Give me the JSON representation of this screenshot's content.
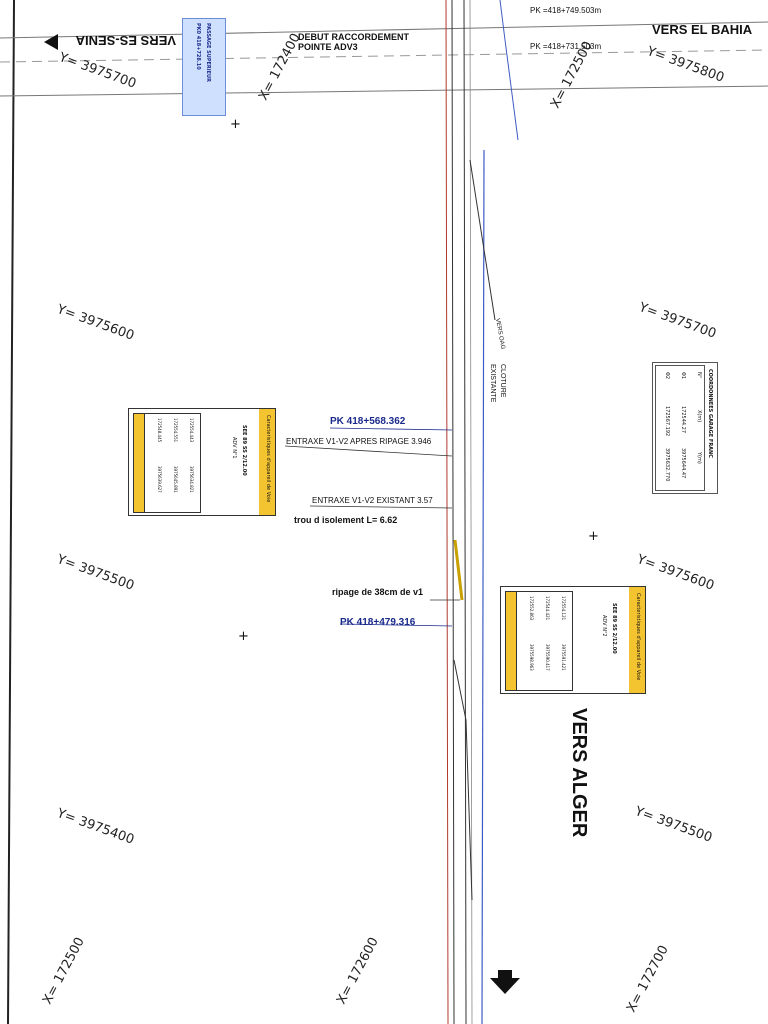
{
  "directions": {
    "left_top": "VERS ES-SENIA",
    "right_top": "VERS EL BAHIA",
    "bottom": "VERS ALGER"
  },
  "top_notes": {
    "debut": "DEBUT RACCORDEMENT",
    "pointe": "POINTE ADV3",
    "pk_top_1": "PK =418+749.503m",
    "pk_top_2": "PK =418+731.503m",
    "blue_tag_line1": "PASSAGE SUPERIEUR",
    "blue_tag_line2": "PK0 418+728.10"
  },
  "track_notes": {
    "vers_oag": "VERS OAG",
    "cloture": "CLOTURE",
    "existante": "EXISTANTE",
    "pk1": "PK 418+568.362",
    "entraxe_apres": "ENTRAXE V1-V2 APRES RIPAGE 3.946",
    "entraxe_existant": "ENTRAXE V1-V2 EXISTANT 3.57",
    "trou": "trou d isolement L= 6.62",
    "ripage": "ripage de 38cm de v1",
    "pk2": "PK 418+479.316"
  },
  "coordinates": {
    "y_3975700_a": "Y= 3975700",
    "x_172400": "X= 172400",
    "x_172500_top": "X= 172500",
    "y_3975800": "Y= 3975800",
    "y_3975600_l": "Y= 3975600",
    "y_3975700_r": "Y= 3975700",
    "y_3975500_l": "Y= 3975500",
    "y_3975600_r": "Y= 3975600",
    "y_3975400_l": "Y= 3975400",
    "y_3975500_r": "Y= 3975500",
    "x_172500_b": "X= 172500",
    "x_172600": "X= 172600",
    "x_172700": "X= 172700"
  },
  "coord_box": {
    "title": "COORDONNEES GARAGE FRANC",
    "headers": [
      "N°",
      "X(m)",
      "Y(m)"
    ],
    "rows": [
      [
        "Φ1",
        "172544.27",
        "3975644.47"
      ],
      [
        "Φ2",
        "172567.192",
        "3975632.770"
      ]
    ]
  },
  "cartouche_1": {
    "title": "Caracteristiques d'appareil de Voie",
    "ref": "SEE 89 SS 2/12.00",
    "adv": "ADV N°1",
    "rows": [
      [
        "172548.445",
        "3975639.627"
      ],
      [
        "172554.551",
        "3975645.891"
      ],
      [
        "172554.443",
        "3975634.821"
      ]
    ]
  },
  "cartouche_2": {
    "title": "Caracteristiques d'appareil de Voie",
    "ref": "SEE 89 SS 2/12.00",
    "adv": "ADV N°2",
    "rows": [
      [
        "172552.863",
        "3975598.963"
      ],
      [
        "172544.421",
        "3975590.417"
      ],
      [
        "172554.121",
        "3975591.421"
      ]
    ]
  },
  "colors": {
    "track": "#3d5bc4",
    "red_track": "#b03a2e",
    "pk_text": "#1a2b8c",
    "cartouche_yellow": "#f4c430"
  }
}
